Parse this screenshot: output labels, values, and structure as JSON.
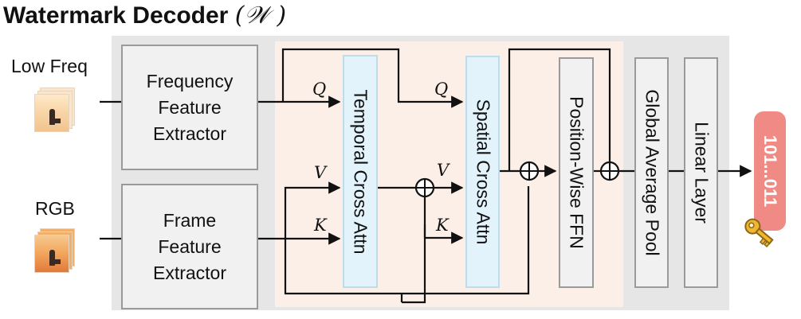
{
  "title": {
    "text": "Watermark Decoder",
    "symbol": "(𝒲 )"
  },
  "inputs": [
    {
      "label": "Low Freq"
    },
    {
      "label": "RGB"
    }
  ],
  "extractors": [
    {
      "label": "Frequency Feature Extractor"
    },
    {
      "label": "Frame Feature Extractor"
    }
  ],
  "blocks": {
    "temporal": "Temporal Cross Attn",
    "spatial": "Spatial Cross Attn",
    "ffn": "Position-Wise FFN",
    "pool": "Global Average Pool",
    "linear": "Linear Layer"
  },
  "symbols": {
    "q": "Q",
    "v": "V",
    "k": "K"
  },
  "output": {
    "bits": "101...011",
    "key_icon": "key-icon"
  },
  "colors": {
    "panel": "#e6e6e6",
    "attention_region": "#fcefe8",
    "attention_block": "#e3f3fb",
    "output_badge": "#ef8b84",
    "key": "#f2b431"
  }
}
